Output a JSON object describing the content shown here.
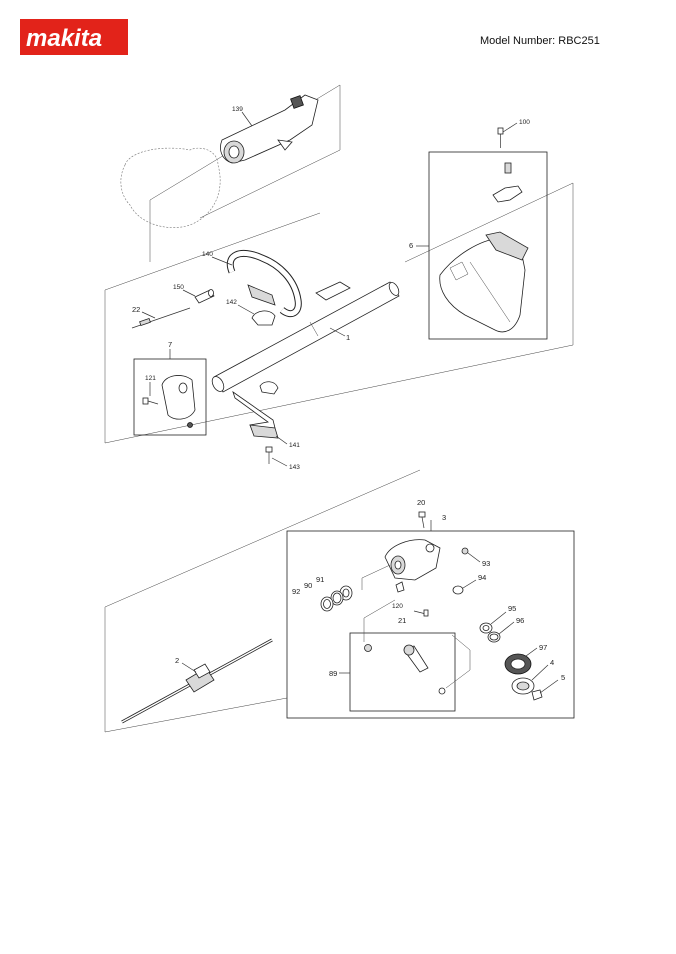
{
  "brand": {
    "logo_text": "makita",
    "logo_color": "#e2231a"
  },
  "header": {
    "model_label": "Model Number: RBC251"
  },
  "parts": {
    "p139": "139",
    "p100": "100",
    "p6": "6",
    "p140": "140",
    "p150": "150",
    "p142": "142",
    "p22": "22",
    "p1": "1",
    "p7": "7",
    "p121": "121",
    "p141": "141",
    "p143": "143",
    "p20": "20",
    "p3": "3",
    "p93": "93",
    "p91": "91",
    "p90": "90",
    "p92": "92",
    "p94": "94",
    "p120": "120",
    "p21": "21",
    "p95": "95",
    "p96": "96",
    "p97": "97",
    "p89": "89",
    "p2": "2",
    "p4": "4",
    "p5": "5"
  }
}
